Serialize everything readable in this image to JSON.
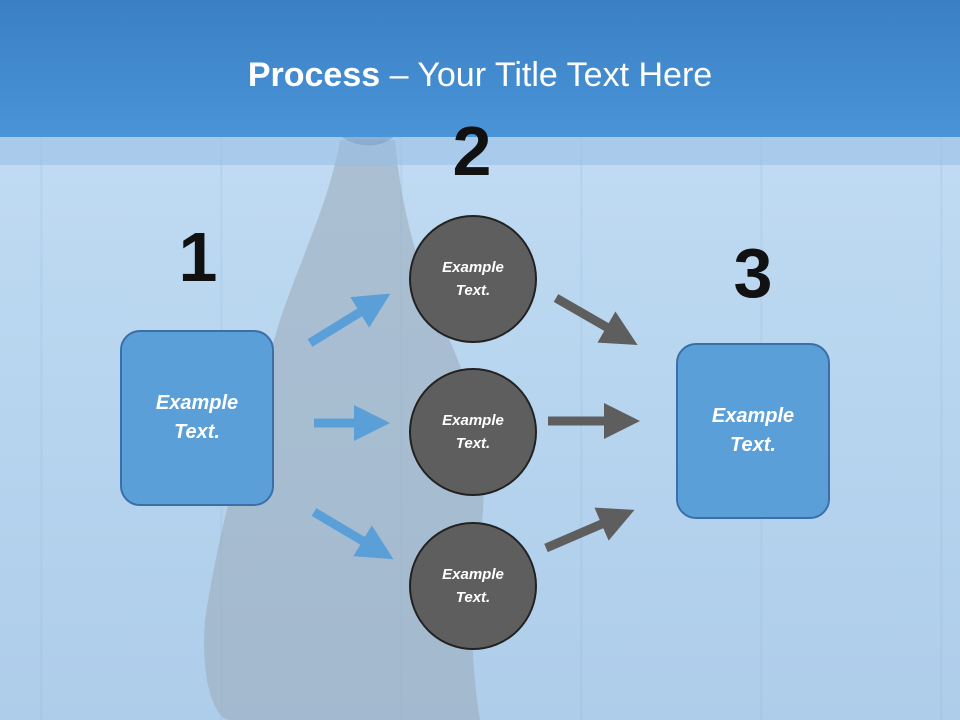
{
  "header": {
    "title_bold": "Process",
    "title_rest": " – Your Title Text Here"
  },
  "steps": {
    "step1": {
      "number": "1",
      "line1": "Example",
      "line2": "Text."
    },
    "step2": {
      "number": "2"
    },
    "step3": {
      "number": "3",
      "line1": "Example",
      "line2": "Text."
    }
  },
  "circles": [
    {
      "line1": "Example",
      "line2": "Text."
    },
    {
      "line1": "Example",
      "line2": "Text."
    },
    {
      "line1": "Example",
      "line2": "Text."
    }
  ],
  "colors": {
    "header": "#4a94d8",
    "box_fill": "#5b9fd9",
    "circle_fill": "#5e5e5e",
    "blue_arrow": "#5b9fd9",
    "gray_arrow": "#5e5e5e"
  }
}
